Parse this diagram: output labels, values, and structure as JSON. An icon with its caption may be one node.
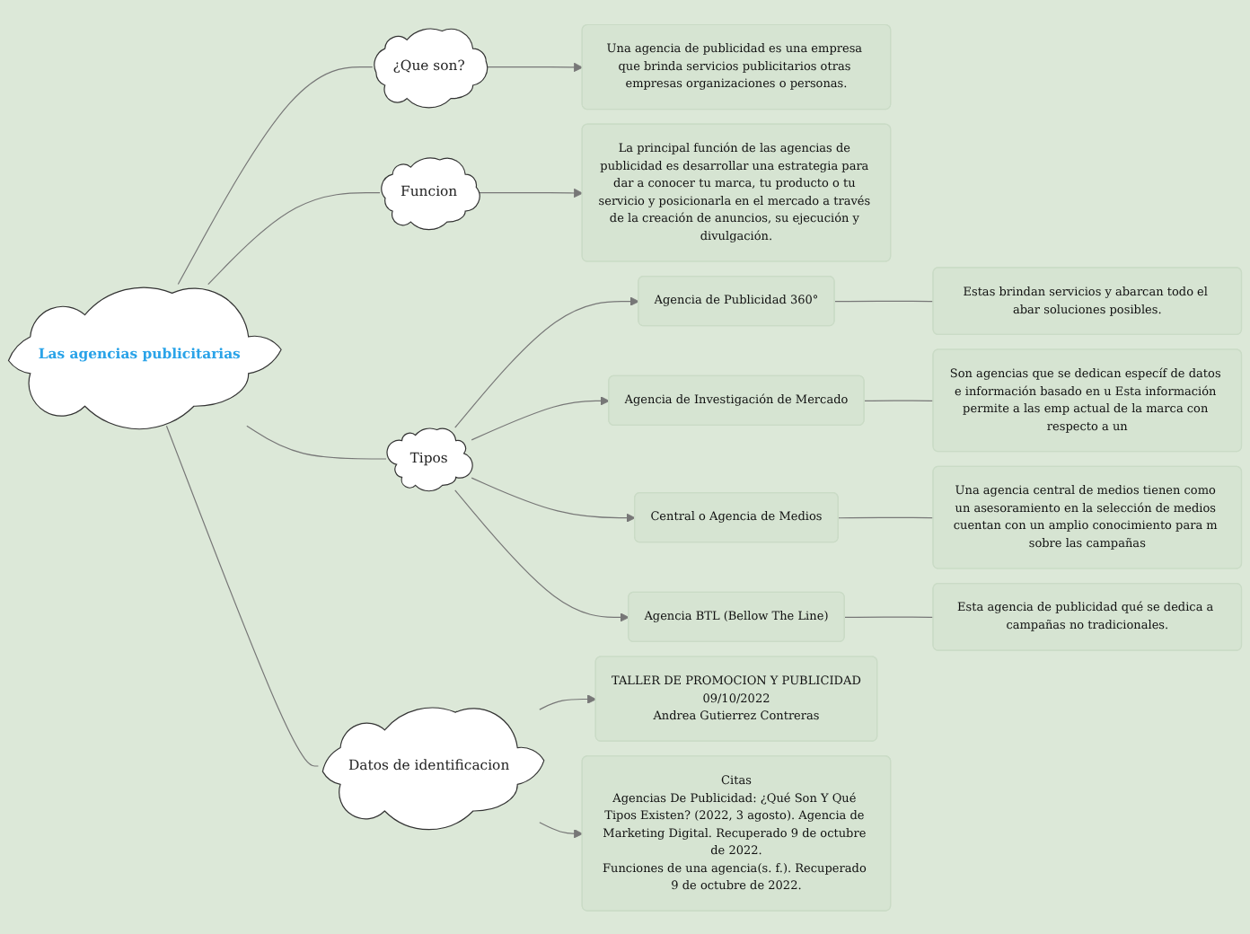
{
  "diagram": {
    "nodes": [
      {
        "text": [
          "Las agencias publicitarias"
        ]
      },
      {
        "text": [
          "¿Que son?"
        ]
      },
      {
        "text": [
          "Una agencia de publicidad es una empresa que brinda servicios publicitarios otras empresas organizaciones o personas."
        ]
      },
      {
        "text": [
          "Funcion"
        ]
      },
      {
        "text": [
          "La principal función de las agencias de publicidad es desarrollar una estrategia para dar a conocer tu marca, tu producto o tu servicio y posicionarla en el mercado a través de la creación de anuncios, su ejecución y divulgación."
        ]
      },
      {
        "text": [
          "Tipos"
        ]
      },
      {
        "text": [
          "Agencia de Publicidad 360°"
        ]
      },
      {
        "text": [
          "Estas brindan servicios y abarcan todo el abar soluciones posibles."
        ]
      },
      {
        "text": [
          "Agencia de Investigación de Mercado"
        ]
      },
      {
        "text": [
          "Son agencias que se dedican específ de datos e información basado en u Esta información permite a las emp actual de la marca con respecto a un"
        ]
      },
      {
        "text": [
          "Central o Agencia de Medios"
        ]
      },
      {
        "text": [
          "Una agencia central de medios tienen como un asesoramiento en la selección de medios cuentan con un amplio conocimiento para m sobre las campañas"
        ]
      },
      {
        "text": [
          "Agencia  BTL (Bellow The Line)"
        ]
      },
      {
        "text": [
          "Esta agencia de publicidad qué se dedica a campañas no tradicionales."
        ]
      },
      {
        "text": [
          "Datos de identificacion"
        ]
      },
      {
        "text": [
          "TALLER DE PROMOCION Y PUBLICIDAD",
          "09/10/2022",
          "Andrea Gutierrez Contreras"
        ]
      },
      {
        "text": [
          "Citas",
          "Agencias De Publicidad: ¿Qué Son Y Qué Tipos Existen? (2022, 3 agosto). Agencia de Marketing Digital. Recuperado 9 de octubre de 2022.",
          "Funciones de una agencia(s. f.). Recuperado 9 de octubre de 2022."
        ]
      }
    ],
    "edges": [
      {
        "from": 0,
        "to": 1,
        "arrow": "none"
      },
      {
        "from": 1,
        "to": 2,
        "arrow": "to"
      },
      {
        "from": 0,
        "to": 3,
        "arrow": "none"
      },
      {
        "from": 3,
        "to": 4,
        "arrow": "to"
      },
      {
        "from": 0,
        "to": 5,
        "arrow": "none"
      },
      {
        "from": 5,
        "to": 6,
        "arrow": "to"
      },
      {
        "from": 6,
        "to": 7,
        "arrow": "none"
      },
      {
        "from": 5,
        "to": 8,
        "arrow": "to"
      },
      {
        "from": 8,
        "to": 9,
        "arrow": "none"
      },
      {
        "from": 5,
        "to": 10,
        "arrow": "to"
      },
      {
        "from": 10,
        "to": 11,
        "arrow": "none"
      },
      {
        "from": 5,
        "to": 12,
        "arrow": "to"
      },
      {
        "from": 12,
        "to": 13,
        "arrow": "none"
      },
      {
        "from": 0,
        "to": 14,
        "arrow": "none"
      },
      {
        "from": 14,
        "to": 15,
        "arrow": "to"
      },
      {
        "from": 14,
        "to": 16,
        "arrow": "to"
      }
    ]
  }
}
